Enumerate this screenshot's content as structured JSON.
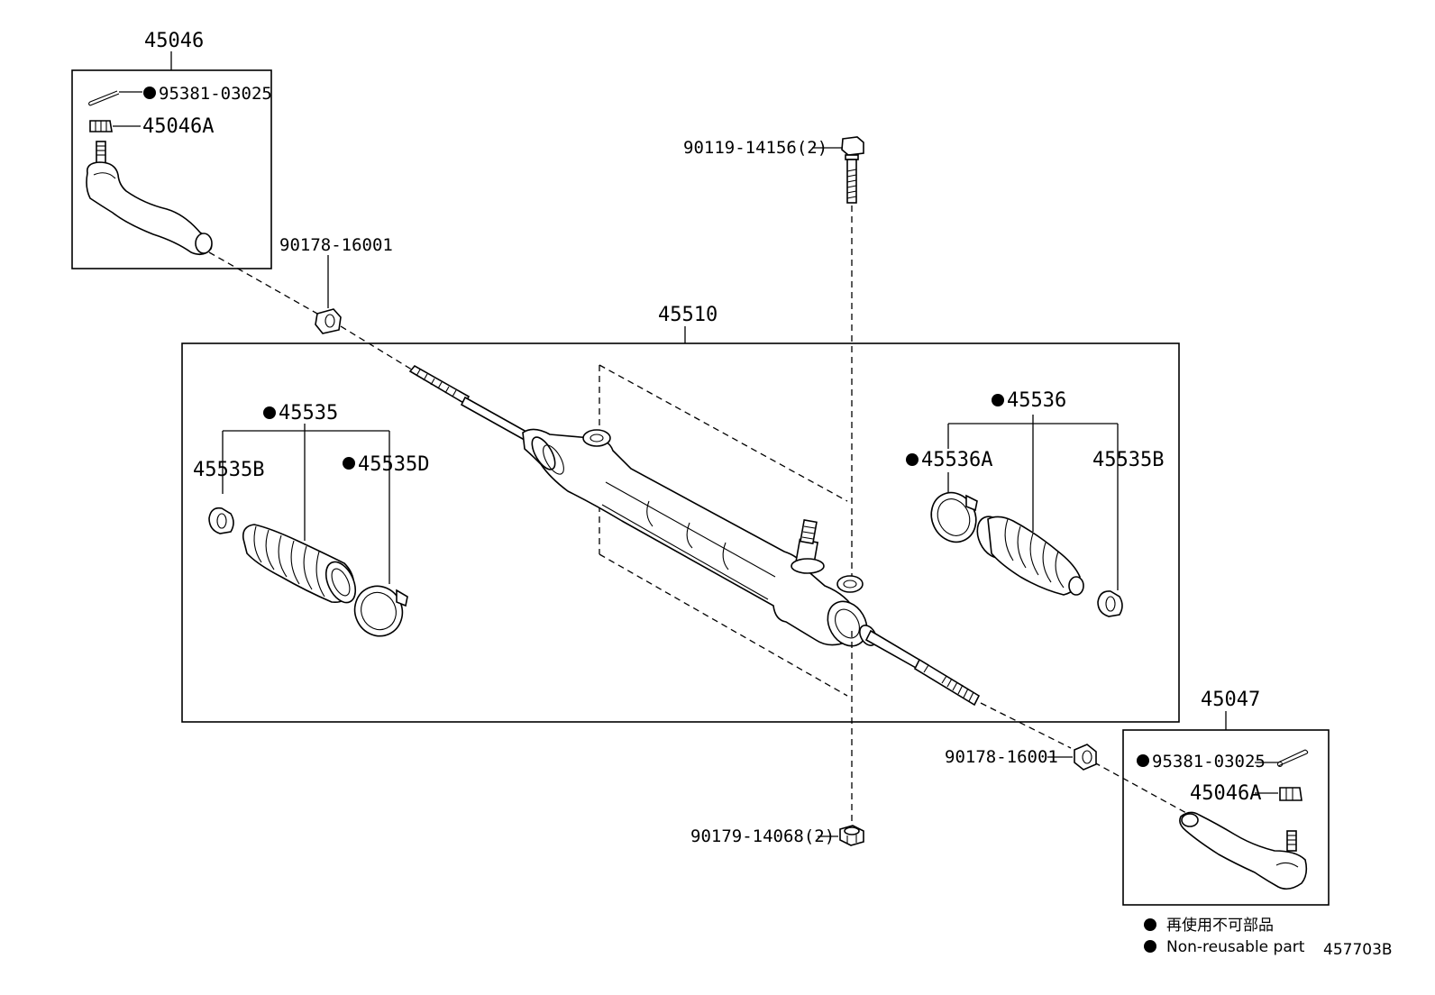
{
  "diagram_id": "457703B",
  "parts": {
    "tie_rod_end_left": "45046",
    "cotter_pin_left": "95381-03025",
    "nut_left": "45046A",
    "lock_nut_left": "90178-16001",
    "bolt_top": "90119-14156(2)",
    "rack_assembly": "45510",
    "boot_left": "45535",
    "clip_left": "45535B",
    "clamp_left": "45535D",
    "boot_right": "45536",
    "clamp_right": "45536A",
    "clip_right": "45535B",
    "tie_rod_end_right": "45047",
    "lock_nut_right": "90178-16001",
    "cotter_pin_right": "95381-03025",
    "nut_right": "45046A",
    "nut_bottom": "90179-14068(2)"
  },
  "legend": {
    "jp": "再使用不可部品",
    "en": "Non-reusable part"
  }
}
